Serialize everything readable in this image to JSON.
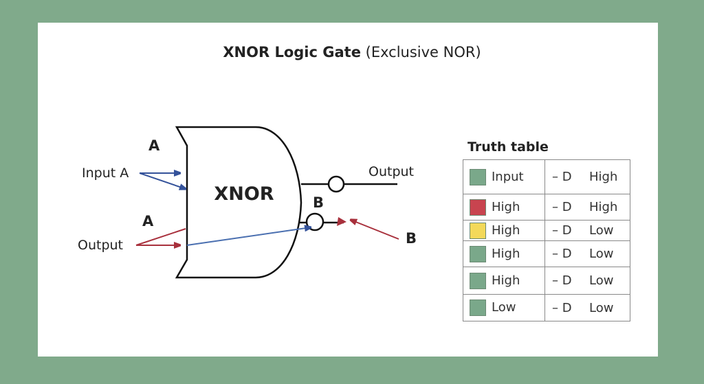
{
  "title": {
    "bold": "XNOR Logic Gate",
    "normal": "(Exclusive NOR)"
  },
  "diagram": {
    "gate_label": "XNOR",
    "label_a_top": "A",
    "label_a_bottom": "A",
    "label_b_mid": "B",
    "label_b_right": "B",
    "input_a": "Input A",
    "output_left": "Output",
    "output_right": "Output"
  },
  "truth_table": {
    "title": "Truth table",
    "rows": [
      {
        "color": "#7aa88a",
        "input": "Input",
        "sep": "– D",
        "output": "High"
      },
      {
        "color": "#c8444f",
        "input": "High",
        "sep": "– D",
        "output": "High"
      },
      {
        "color": "#f3d95a",
        "input": "High",
        "sep": "– D",
        "output": "Low"
      },
      {
        "color": "#7aa88a",
        "input": "High",
        "sep": "– D",
        "output": "Low"
      },
      {
        "color": "#7aa88a",
        "input": "High",
        "sep": "– D",
        "output": "Low"
      },
      {
        "color": "#7aa88a",
        "input": "Low",
        "sep": "– D",
        "output": "Low"
      }
    ]
  }
}
